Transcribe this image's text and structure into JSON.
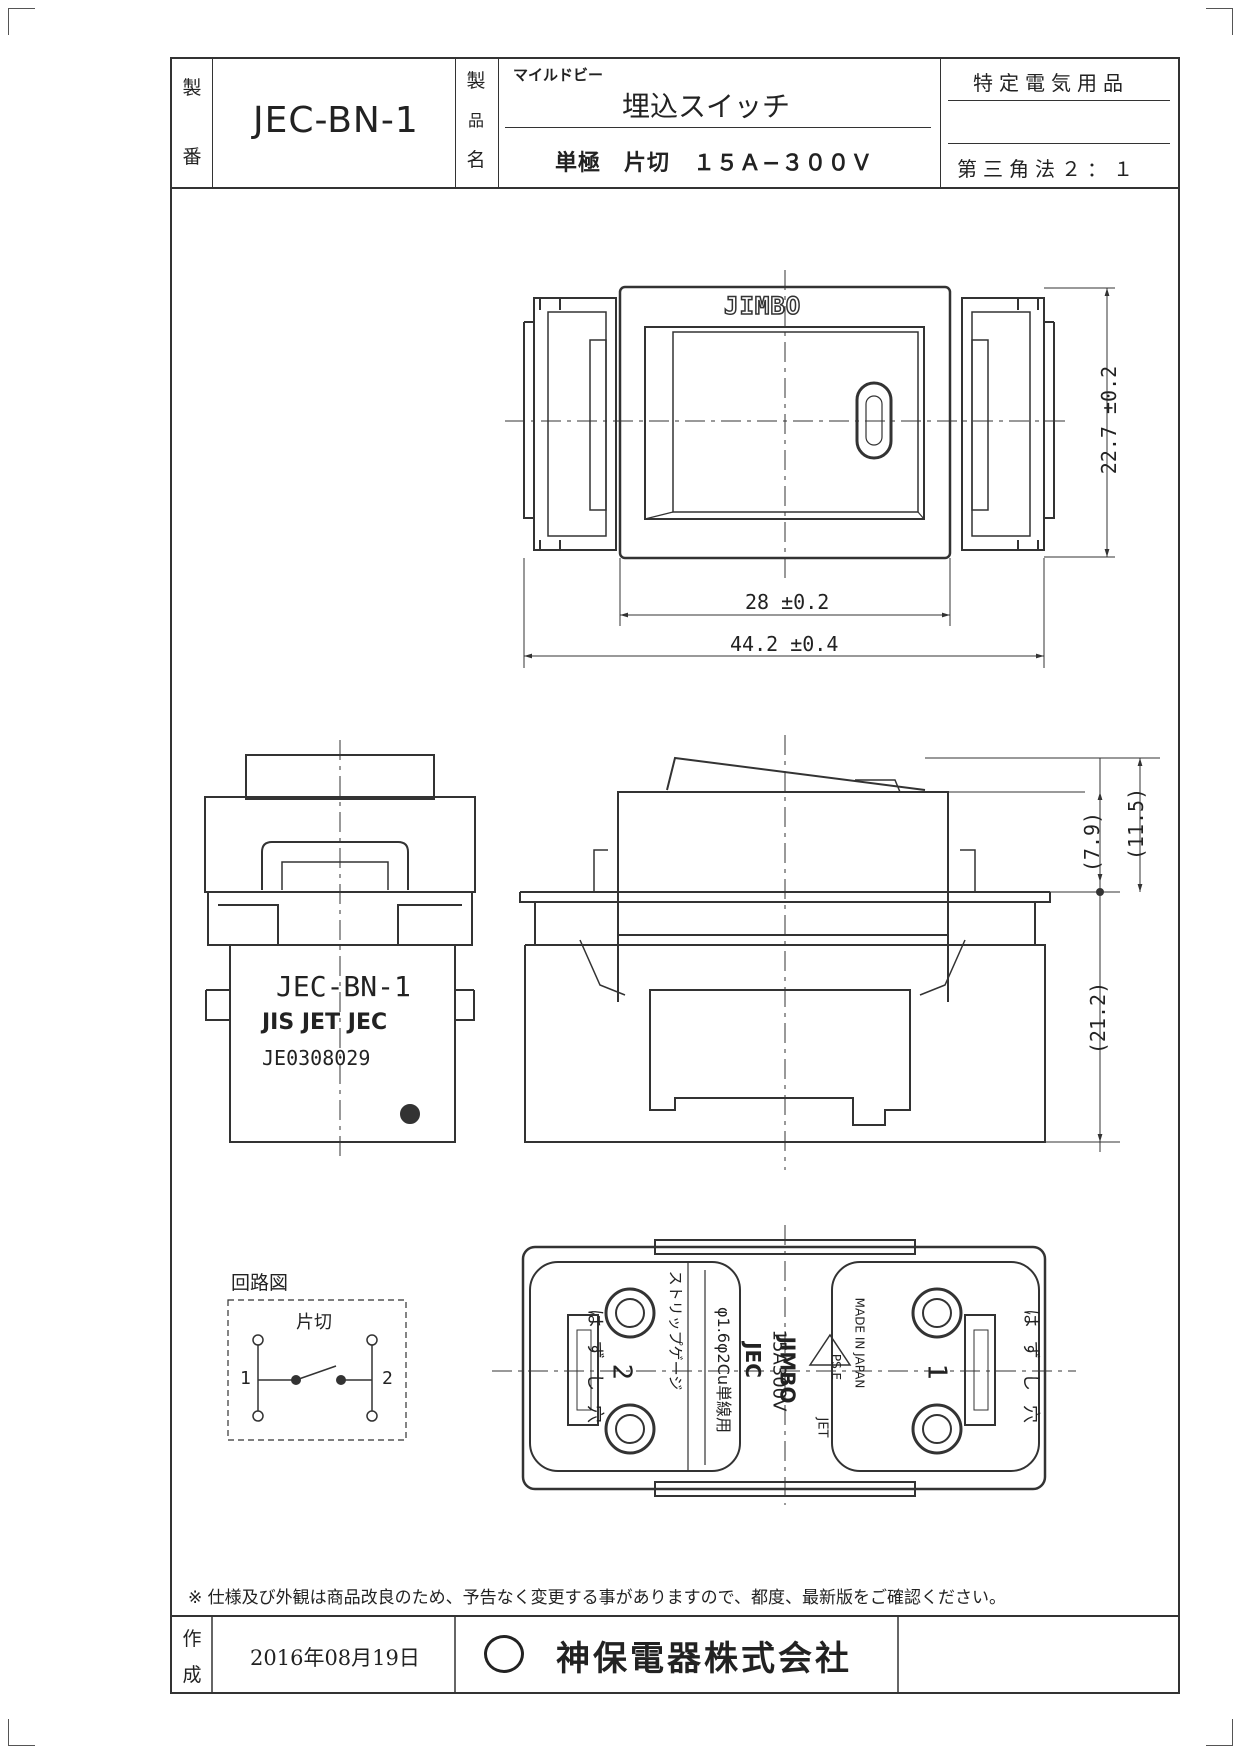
{
  "title_block": {
    "part_no_label": [
      "製",
      "番"
    ],
    "part_no": "JEC-BN-1",
    "product_label": [
      "製",
      "品",
      "名"
    ],
    "series": "マイルドビー",
    "product_name": "埋込スイッチ",
    "spec": "単極　片切　１５Ａ−３００Ｖ",
    "category": "特定電気用品",
    "projection_scale": "第三角法２：１"
  },
  "front_view": {
    "brand": "JIMBO",
    "dim_height": "22.7 ±0.2",
    "dim_width_inner": "28 ±0.2",
    "dim_width_outer": "44.2 ±0.4"
  },
  "side_view_left": {
    "model": "JEC-BN-1",
    "marks": "JIS JET JEC",
    "cert_no": "JE0308029"
  },
  "side_view_right": {
    "dim_a": "(7.9)",
    "dim_b": "(11.5)",
    "dim_c": "(21.2)"
  },
  "back_view": {
    "hole_label_left": "はずし穴",
    "hole_label_right": "はずし穴",
    "terminal_2": "2",
    "terminal_1": "1",
    "strip_gauge": "ストリップゲージ",
    "wire_note": "φ1.6φ2Cu単線用",
    "brand_mark": "JEC",
    "rating": "15A300V",
    "brand": "JIMBO",
    "pse": "PS E",
    "origin": "MADE IN JAPAN",
    "jet": "JET"
  },
  "circuit": {
    "title": "回路図",
    "type": "片切",
    "terminal_1": "1",
    "terminal_2": "2"
  },
  "footer": {
    "note": "※ 仕様及び外観は商品改良のため、予告なく変更する事がありますので、都度、最新版をご確認ください。",
    "made_label": [
      "作",
      "成"
    ],
    "date": "2016年08月19日",
    "company": "神保電器株式会社"
  }
}
